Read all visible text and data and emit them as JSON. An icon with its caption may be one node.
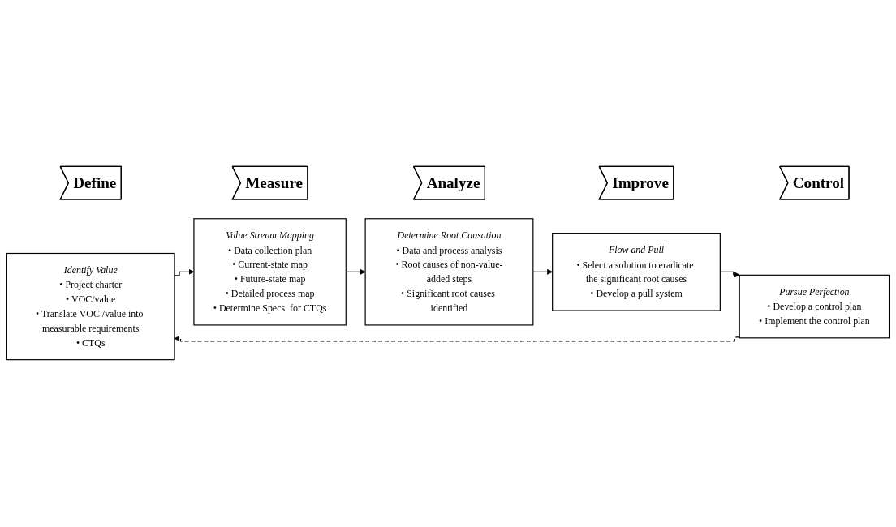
{
  "diagram": {
    "nodes": [
      {
        "text": [
          "Define"
        ]
      },
      {
        "text": [
          "Measure"
        ]
      },
      {
        "text": [
          "Analyze"
        ]
      },
      {
        "text": [
          "Improve"
        ]
      },
      {
        "text": [
          "Control"
        ]
      },
      {
        "text": [
          "Identify Value",
          "• Project charter",
          "• VOC/value",
          "• Translate VOC /value into measurable requirements",
          "• CTQs"
        ]
      },
      {
        "text": [
          "Value Stream Mapping",
          "• Data collection plan",
          "• Current-state map",
          "• Future-state map",
          "• Detailed process map",
          "• Determine Specs. for CTQs"
        ]
      },
      {
        "text": [
          "Determine Root Causation",
          "• Data and process analysis",
          "• Root causes of non-value-added steps",
          "• Significant root causes identified"
        ]
      },
      {
        "text": [
          "Flow and Pull",
          "• Select a solution to eradicate the significant root causes",
          "• Develop a pull system"
        ]
      },
      {
        "text": [
          "Pursue Perfection",
          "• Develop a control plan",
          "• Implement the control plan"
        ]
      }
    ],
    "edges": [
      {
        "from": 5,
        "to": 6,
        "arrow": "to"
      },
      {
        "from": 6,
        "to": 7,
        "arrow": "to"
      },
      {
        "from": 7,
        "to": 8,
        "arrow": "to"
      },
      {
        "from": 8,
        "to": 9,
        "arrow": "to"
      },
      {
        "from": 9,
        "to": 5,
        "arrow": "to",
        "style": "dashed"
      }
    ]
  }
}
